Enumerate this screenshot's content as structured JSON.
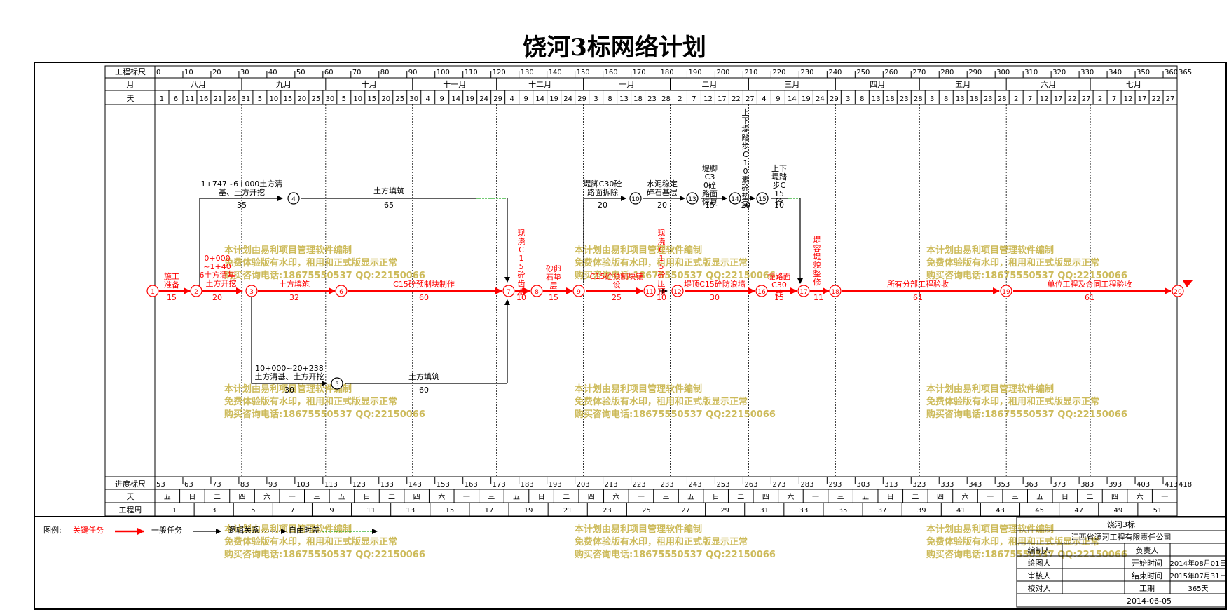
{
  "title": "饶河3标网络计划",
  "header": {
    "scale_label": "工程标尺",
    "month_label": "月",
    "day_label": "天",
    "scale_ticks": [
      "0",
      "10",
      "20",
      "30",
      "40",
      "50",
      "60",
      "70",
      "80",
      "90",
      "100",
      "110",
      "120",
      "130",
      "140",
      "150",
      "160",
      "170",
      "180",
      "190",
      "200",
      "210",
      "220",
      "230",
      "240",
      "250",
      "260",
      "270",
      "280",
      "290",
      "300",
      "310",
      "320",
      "330",
      "340",
      "350",
      "360",
      "365"
    ],
    "months": [
      "八月",
      "九月",
      "十月",
      "十一月",
      "十二月",
      "一月",
      "二月",
      "三月",
      "四月",
      "五月",
      "六月",
      "七月"
    ],
    "days": [
      "1",
      "6",
      "11",
      "16",
      "21",
      "26",
      "31",
      "5",
      "10",
      "15",
      "20",
      "25",
      "30",
      "5",
      "10",
      "15",
      "20",
      "25",
      "30",
      "4",
      "9",
      "14",
      "19",
      "24",
      "29",
      "4",
      "9",
      "14",
      "19",
      "24",
      "29",
      "3",
      "8",
      "13",
      "18",
      "23",
      "28",
      "2",
      "7",
      "12",
      "17",
      "22",
      "27",
      "4",
      "9",
      "14",
      "19",
      "24",
      "29",
      "3",
      "8",
      "13",
      "18",
      "23",
      "28",
      "3",
      "8",
      "13",
      "18",
      "23",
      "28",
      "2",
      "7",
      "12",
      "17",
      "22",
      "27",
      "2",
      "7",
      "12",
      "17",
      "22",
      "27"
    ]
  },
  "footer": {
    "scale_label": "进度标尺",
    "day_label": "天",
    "week_label": "工程周",
    "scale_ticks": [
      "53",
      "63",
      "73",
      "83",
      "93",
      "103",
      "113",
      "123",
      "133",
      "143",
      "153",
      "163",
      "173",
      "183",
      "193",
      "203",
      "213",
      "223",
      "233",
      "243",
      "253",
      "263",
      "273",
      "283",
      "293",
      "303",
      "313",
      "323",
      "333",
      "343",
      "353",
      "363",
      "373",
      "383",
      "393",
      "403",
      "413",
      "418"
    ],
    "weekdays": [
      "五",
      "日",
      "二",
      "四",
      "六",
      "一",
      "三",
      "五",
      "日",
      "二",
      "四",
      "六",
      "一",
      "三",
      "五",
      "日",
      "二",
      "四",
      "六",
      "一",
      "三",
      "五",
      "日",
      "二",
      "四",
      "六",
      "一",
      "三",
      "五",
      "日",
      "二",
      "四",
      "六",
      "一",
      "三",
      "五",
      "日",
      "二",
      "四",
      "六",
      "一"
    ],
    "weeks": [
      "1",
      "3",
      "5",
      "7",
      "9",
      "11",
      "13",
      "15",
      "17",
      "19",
      "21",
      "23",
      "25",
      "27",
      "29",
      "31",
      "33",
      "35",
      "37",
      "39",
      "41",
      "43",
      "45",
      "47",
      "49",
      "51"
    ]
  },
  "network": {
    "nodes": [
      "1",
      "2",
      "3",
      "4",
      "5",
      "6",
      "7",
      "8",
      "9",
      "10",
      "11",
      "12",
      "13",
      "14",
      "15",
      "16",
      "17",
      "18",
      "19",
      "20"
    ],
    "tasks": [
      {
        "name": "施工准备",
        "duration": "15",
        "critical": true
      },
      {
        "name": "0+000~1+406土方清基、土方开挖",
        "duration": "20",
        "critical": true
      },
      {
        "name": "土方填筑",
        "duration": "32",
        "critical": true
      },
      {
        "name": "C15砼预制块制作",
        "duration": "60",
        "critical": true
      },
      {
        "name": "现浇C15砼齿墙",
        "duration": "10",
        "critical": true
      },
      {
        "name": "砂卵石垫层",
        "duration": "15",
        "critical": true
      },
      {
        "name": "C15砼预制块铺设",
        "duration": "25",
        "critical": true
      },
      {
        "name": "现浇C15砼压顶",
        "duration": "10",
        "critical": true
      },
      {
        "name": "堤顶C15砼防浪墙",
        "duration": "30",
        "critical": true
      },
      {
        "name": "堤路面C30砼",
        "duration": "15",
        "critical": true
      },
      {
        "name": "堤容堤貌整修",
        "duration": "11",
        "critical": true
      },
      {
        "name": "所有分部工程验收",
        "duration": "61",
        "critical": true
      },
      {
        "name": "单位工程及合同工程验收",
        "duration": "61",
        "critical": true
      },
      {
        "name": "1+747~6+000土方清基、土方开挖",
        "duration": "35",
        "critical": false
      },
      {
        "name": "土方填筑",
        "duration": "65",
        "critical": false
      },
      {
        "name": "10+000~20+238土方清基、土方开挖",
        "duration": "30",
        "critical": false
      },
      {
        "name": "土方填筑",
        "duration": "60",
        "critical": false
      },
      {
        "name": "堤脚C30砼路面拆除",
        "duration": "20",
        "critical": false
      },
      {
        "name": "水泥稳定碎石基层",
        "duration": "20",
        "critical": false
      },
      {
        "name": "堤脚C30砼路面恢复",
        "duration": "15",
        "critical": false
      },
      {
        "name": "上下堤踏步C10素砼垫层",
        "duration": "10",
        "critical": false
      },
      {
        "name": "上下堤踏步C15砼",
        "duration": "10",
        "critical": false
      }
    ]
  },
  "watermark": {
    "line1": "本计划由易利项目管理软件编制",
    "line2": "免费体验版有水印，租用和正式版显示正常",
    "line3": "购买咨询电话:18675550537 QQ:22150066"
  },
  "legend": {
    "label": "图例:",
    "critical": "关键任务",
    "general": "一般任务",
    "logic": "逻辑关系",
    "float": "自由时差"
  },
  "info_table": {
    "project": "饶河3标",
    "company": "江西省源河工程有限责任公司",
    "rows": [
      {
        "label": "编制人",
        "value": "",
        "label2": "负责人",
        "value2": ""
      },
      {
        "label": "绘图人",
        "value": "",
        "label2": "开始时间",
        "value2": "2014年08月01日"
      },
      {
        "label": "审核人",
        "value": "",
        "label2": "结束时间",
        "value2": "2015年07月31日"
      },
      {
        "label": "校对人",
        "value": "",
        "label2": "工期",
        "value2": "365天"
      }
    ],
    "date": "2014-06-05"
  },
  "colors": {
    "critical": "#ff0000",
    "general": "#000000",
    "watermark": "#c8b44a",
    "float": "#22aa22"
  }
}
